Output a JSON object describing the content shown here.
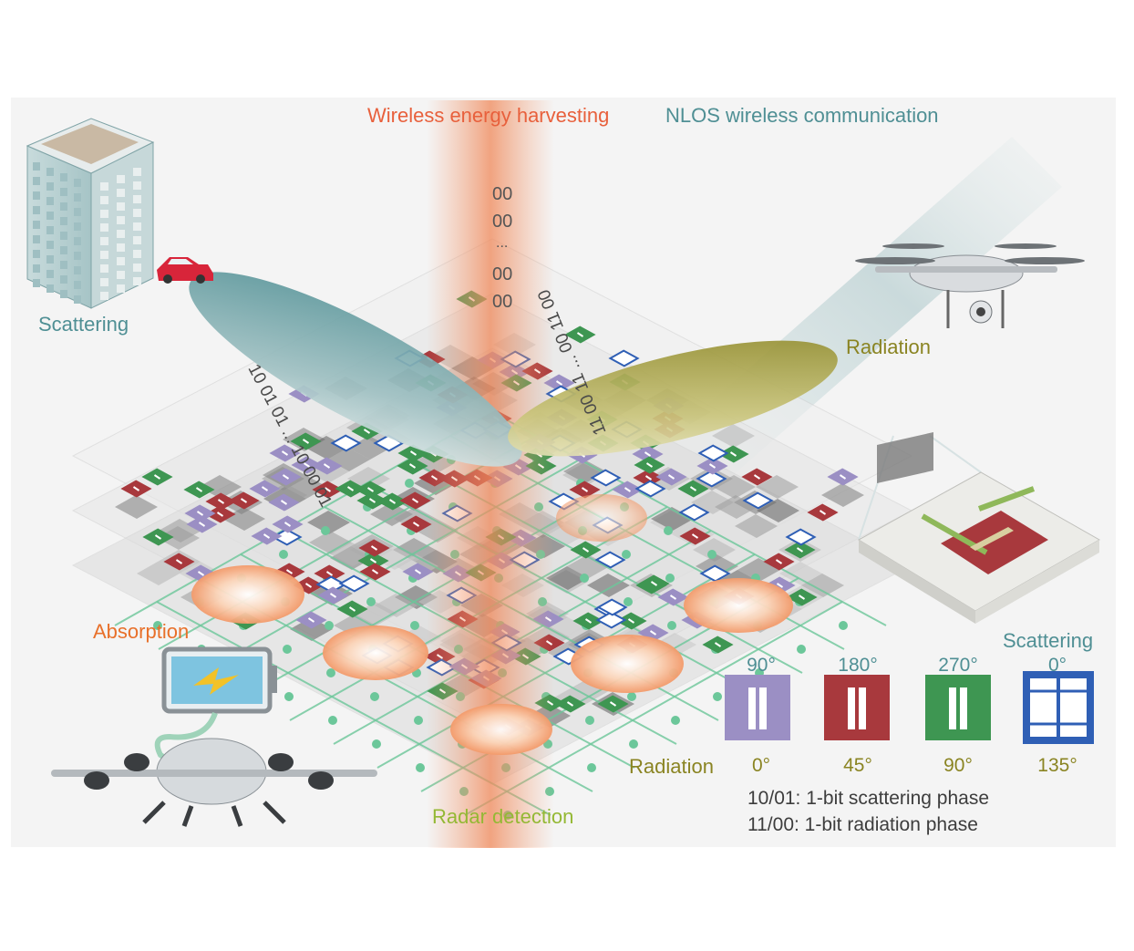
{
  "labels": {
    "energy_harvesting": "Wireless energy harvesting",
    "nlos": "NLOS wireless communication",
    "scattering_left": "Scattering",
    "radiation_right": "Radiation",
    "absorption": "Absorption",
    "radar": "Radar detection"
  },
  "beam_codes": {
    "vertical": [
      "00",
      "00",
      "...",
      "00",
      "00"
    ],
    "left_lobe": "10  01  01  ...  10  00  01",
    "right_lobe": "11  00  11  ...  00  11  00"
  },
  "legend": {
    "scattering_title": "Scattering",
    "radiation_title": "Radiation",
    "cells": [
      {
        "color": "#9b8fc4",
        "scattering_phase": "90°",
        "radiation_phase": "0°",
        "type": "gap"
      },
      {
        "color": "#a8393d",
        "scattering_phase": "180°",
        "radiation_phase": "45°",
        "type": "gap"
      },
      {
        "color": "#3e9652",
        "scattering_phase": "270°",
        "radiation_phase": "90°",
        "type": "gap"
      },
      {
        "color": "#2f5fb5",
        "scattering_phase": "0°",
        "radiation_phase": "135°",
        "type": "window"
      }
    ],
    "note_1": "10/01: 1-bit scattering phase",
    "note_2": "11/00: 1-bit radiation phase"
  },
  "colors": {
    "purple": "#9b8fc4",
    "red": "#a8393d",
    "green": "#3e9652",
    "blue": "#2f5fb5",
    "beam_orange": "#f2a07a",
    "beam_teal": "#a7c6c8",
    "feed_green": "#6cc79a"
  }
}
